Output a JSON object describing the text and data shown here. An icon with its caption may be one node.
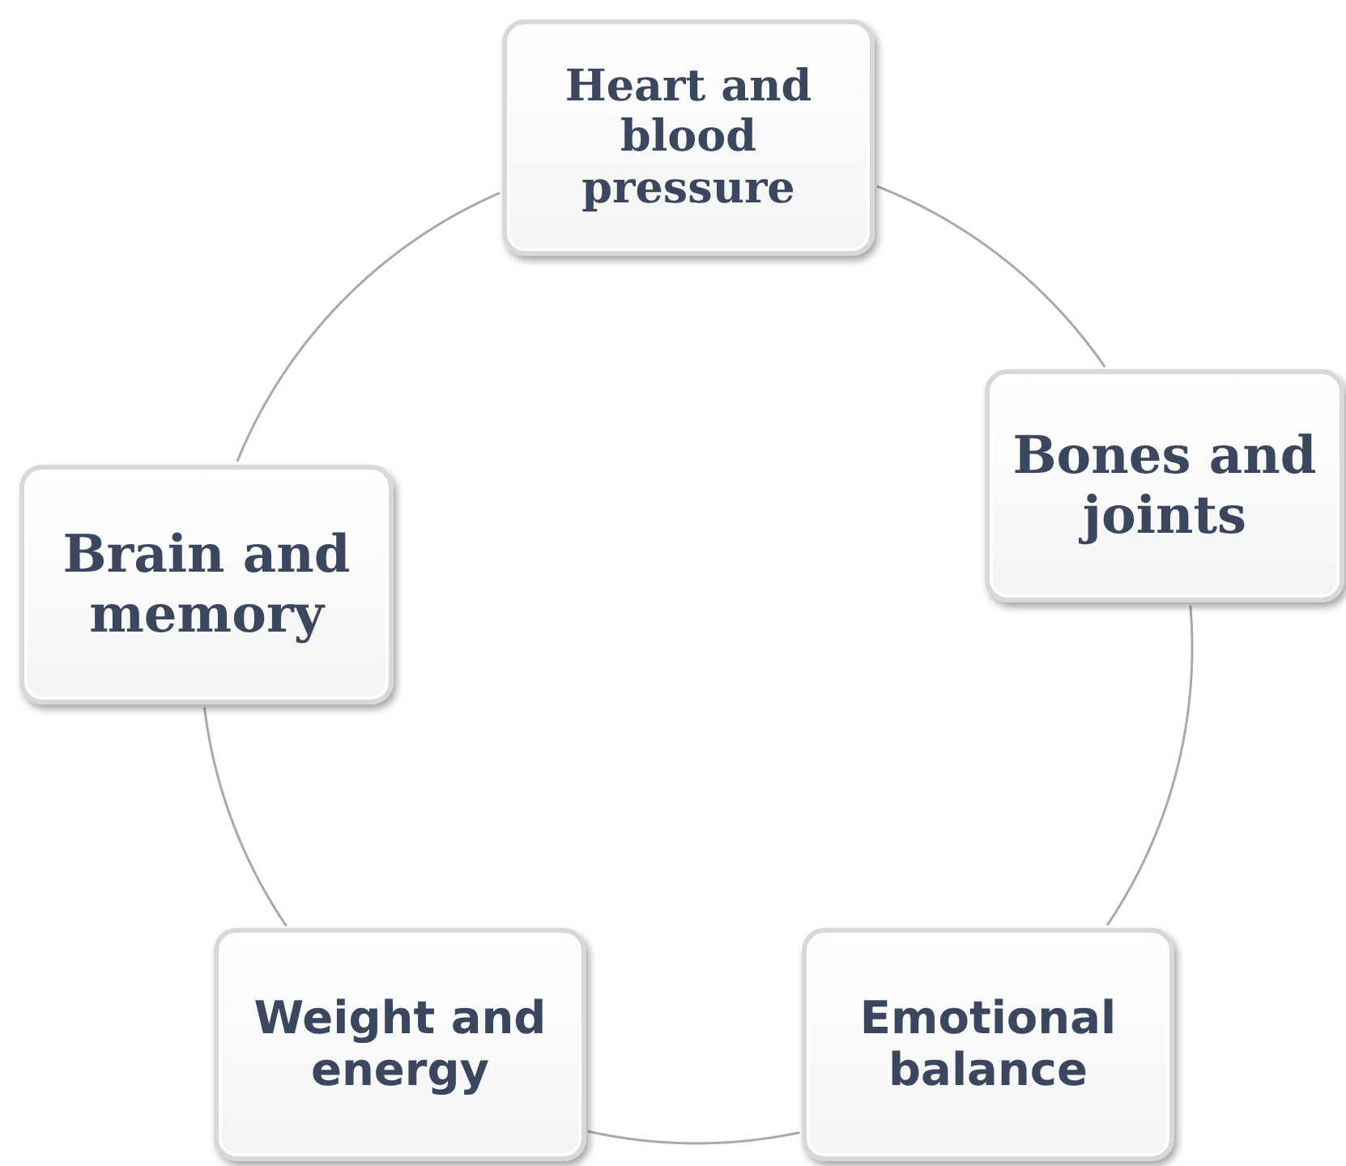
{
  "diagram": {
    "nodes": [
      {
        "text": [
          "Heart and blood pressure"
        ]
      },
      {
        "text": [
          "Bones and joints"
        ]
      },
      {
        "text": [
          "Emotional balance"
        ]
      },
      {
        "text": [
          "Weight and energy"
        ]
      },
      {
        "text": [
          "Brain and memory"
        ]
      }
    ],
    "edges": [
      {
        "from": 0,
        "to": 1,
        "arrow": "none"
      },
      {
        "from": 1,
        "to": 2,
        "arrow": "none"
      },
      {
        "from": 2,
        "to": 3,
        "arrow": "none"
      },
      {
        "from": 3,
        "to": 4,
        "arrow": "none"
      },
      {
        "from": 4,
        "to": 0,
        "arrow": "none"
      }
    ]
  }
}
